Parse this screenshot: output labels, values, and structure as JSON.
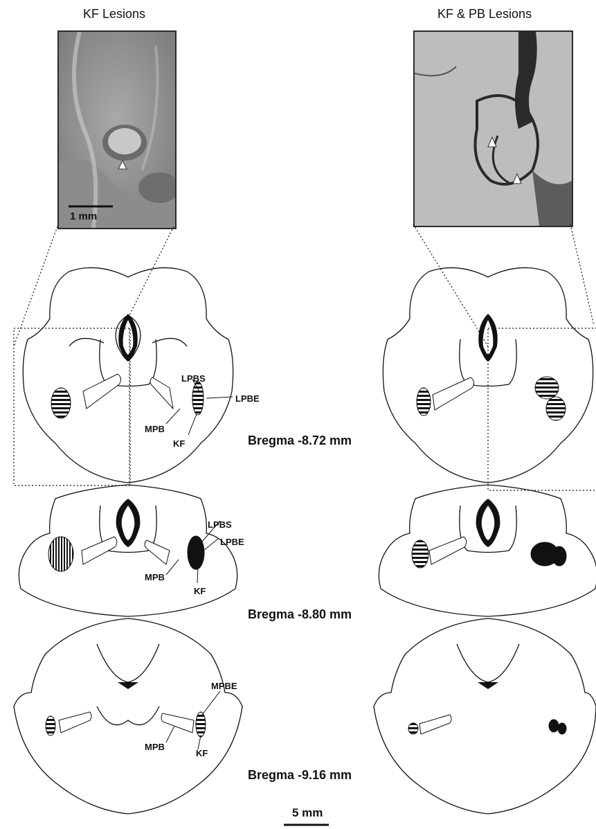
{
  "panels": {
    "left": {
      "title": "KF Lesions",
      "scale_bar_label": "1 mm"
    },
    "right": {
      "title": "KF & PB Lesions"
    }
  },
  "sections": [
    {
      "bregma": "Bregma -8.72 mm",
      "labels": [
        "LPBS",
        "LPBE",
        "MPB",
        "KF"
      ]
    },
    {
      "bregma": "Bregma -8.80 mm",
      "labels": [
        "LPBS",
        "LPBE",
        "MPB",
        "KF"
      ]
    },
    {
      "bregma": "Bregma -9.16 mm",
      "labels": [
        "MPBE",
        "MPB",
        "KF"
      ]
    }
  ],
  "scale_bar_bottom": "5 mm",
  "colors": {
    "outline": "#111111",
    "photo_bg": "#9a9a9a",
    "photo_right_bg": "#b8b8b8"
  }
}
